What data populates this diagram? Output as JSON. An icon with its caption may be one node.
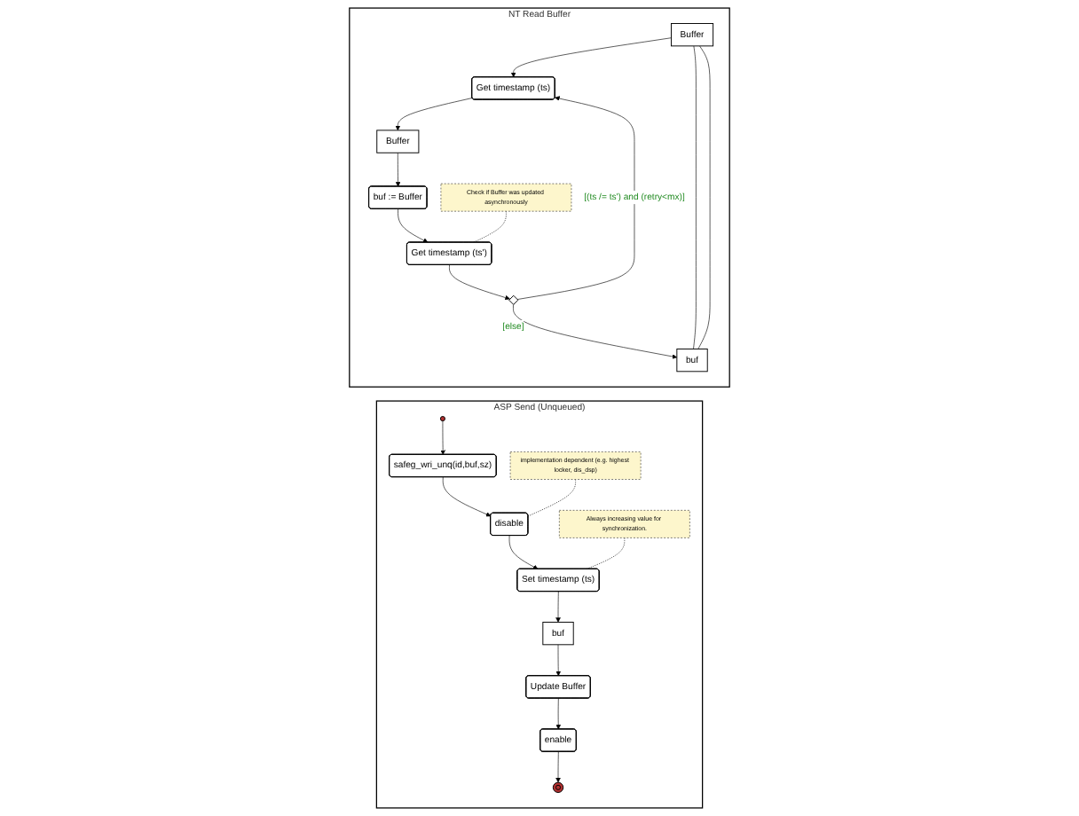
{
  "diagram": {
    "nodes": [
      {
        "text": [
          "ASP Send (Unqueued)"
        ]
      },
      {
        "text": [],
        "shape": "circle",
        "in": 0
      },
      {
        "text": [
          "safeg_wri_unq(id,buf,sz)"
        ],
        "in": 0
      },
      {
        "text": [
          "disable"
        ],
        "in": 0
      },
      {
        "text": [
          "implementation dependent (e.g. highest locker, dis_dsp)"
        ],
        "in": 0
      },
      {
        "text": [
          "Set timestamp (ts)"
        ],
        "in": 0
      },
      {
        "text": [
          "Always increasing value for synchronization."
        ],
        "in": 0
      },
      {
        "text": [
          "buf"
        ],
        "in": 0
      },
      {
        "text": [
          "Update Buffer"
        ],
        "in": 0
      },
      {
        "text": [
          "enable"
        ],
        "in": 0
      },
      {
        "text": [],
        "shape": "circle",
        "in": 0
      },
      {
        "text": [
          "NT Read Buffer"
        ]
      },
      {
        "text": [
          "Buffer"
        ],
        "in": 11
      },
      {
        "text": [
          "Get timestamp (ts)"
        ],
        "in": 11
      },
      {
        "text": [
          "Buffer"
        ],
        "in": 11
      },
      {
        "text": [
          "buf := Buffer"
        ],
        "in": 11
      },
      {
        "text": [
          "Check if Buffer was updated asynchronously"
        ],
        "in": 11
      },
      {
        "text": [
          "Get timestamp (ts')"
        ],
        "in": 11
      },
      {
        "text": [],
        "shape": "diamond",
        "in": 11
      },
      {
        "text": [
          "buf"
        ],
        "in": 11
      }
    ],
    "edges": [
      {
        "from": 1,
        "to": 2,
        "arrow": "to"
      },
      {
        "from": 2,
        "to": 3,
        "arrow": "to"
      },
      {
        "from": 4,
        "to": 3,
        "arrow": "none",
        "style": "dashed"
      },
      {
        "from": 3,
        "to": 5,
        "arrow": "to"
      },
      {
        "from": 6,
        "to": 5,
        "arrow": "none",
        "style": "dashed"
      },
      {
        "from": 5,
        "to": 7,
        "arrow": "to"
      },
      {
        "from": 7,
        "to": 8,
        "arrow": "to"
      },
      {
        "from": 8,
        "to": 9,
        "arrow": "to"
      },
      {
        "from": 9,
        "to": 10,
        "arrow": "to"
      },
      {
        "from": 12,
        "to": 13,
        "arrow": "to"
      },
      {
        "from": 13,
        "to": 14,
        "arrow": "to"
      },
      {
        "from": 14,
        "to": 15,
        "arrow": "to"
      },
      {
        "from": 15,
        "to": 17,
        "arrow": "to"
      },
      {
        "from": 16,
        "to": 17,
        "arrow": "none",
        "style": "dashed"
      },
      {
        "from": 17,
        "to": 18,
        "arrow": "to"
      },
      {
        "from": 18,
        "to": 13,
        "arrow": "to",
        "label": "[(ts /= ts') and (retry<mx)]"
      },
      {
        "from": 18,
        "to": 19,
        "arrow": "to",
        "label": "[else]"
      },
      {
        "from": 12,
        "to": 19,
        "arrow": "none"
      },
      {
        "from": 12,
        "to": 19,
        "arrow": "none"
      }
    ]
  }
}
